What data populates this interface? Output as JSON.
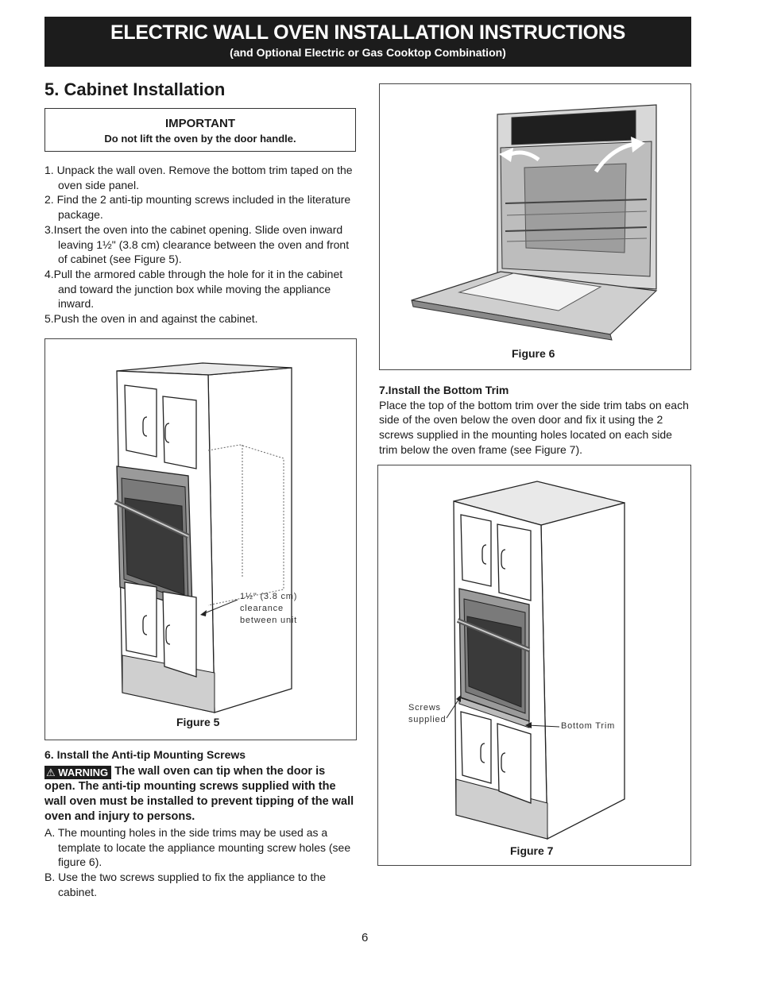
{
  "header": {
    "title": "ELECTRIC WALL OVEN INSTALLATION INSTRUCTIONS",
    "subtitle": "(and Optional Electric or Gas Cooktop Combination)"
  },
  "section": {
    "title": "5. Cabinet Installation"
  },
  "important": {
    "heading": "IMPORTANT",
    "text": "Do not lift the oven by the door handle."
  },
  "steps": [
    "1. Unpack the wall oven. Remove the bottom trim taped on the oven side panel.",
    "2. Find the 2 anti-tip mounting screws included in the literature package.",
    "3.Insert the oven into the cabinet opening. Slide oven inward leaving 1½\" (3.8 cm) clearance between the oven and front of cabinet (see Figure 5).",
    "4.Pull the armored cable through the hole for it in the cabinet and toward the junction box while moving the appliance inward.",
    "5.Push the oven in and against the cabinet."
  ],
  "figure5": {
    "caption": "Figure 5",
    "callout": [
      "1½\" (3.8 cm)",
      "clearance",
      "between unit"
    ]
  },
  "figure6": {
    "caption": "Figure 6"
  },
  "step6": {
    "heading": "6. Install the Anti-tip Mounting Screws",
    "warning_label": "WARNING",
    "warning_text": "The wall oven can tip when the door is open. The anti-tip mounting screws supplied with the wall oven must be installed to prevent tipping of the wall oven and injury to persons.",
    "items": [
      "A. The mounting holes in the side trims may be used as a template to locate the appliance mounting screw holes (see figure 6).",
      "B. Use the two screws supplied to fix the appliance to the cabinet."
    ]
  },
  "step7": {
    "heading": "7.Install the Bottom Trim",
    "text": "Place the top of the bottom trim over the side trim tabs on each side of the oven below the oven door and fix it using the 2 screws supplied in the mounting holes located on each side trim below the oven frame (see Figure 7)."
  },
  "figure7": {
    "caption": "Figure 7",
    "label_screws": [
      "Screws",
      "supplied"
    ],
    "label_trim": "Bottom Trim"
  },
  "page_number": "6"
}
